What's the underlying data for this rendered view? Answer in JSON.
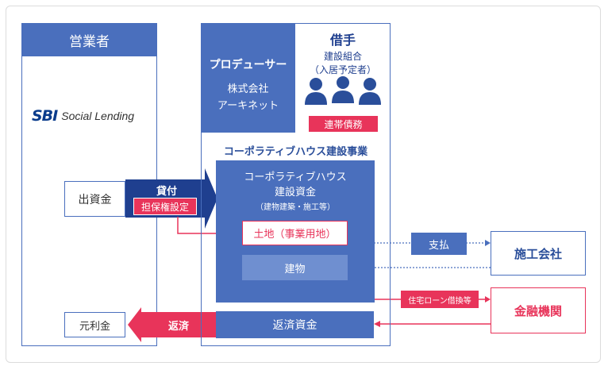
{
  "operator": {
    "header": "営業者",
    "logo_sbi": "SBI",
    "logo_text": "Social Lending",
    "investment_box": "出資金",
    "principal_box": "元利金"
  },
  "producer": {
    "label": "プロデューサー",
    "company_line1": "株式会社",
    "company_line2": "アーキネット"
  },
  "borrower": {
    "title": "借手",
    "line1": "建設組合",
    "line2": "（入居予定者）",
    "joint_debt": "連帯債務"
  },
  "project": {
    "title": "コーポラティブハウス建設事業",
    "fund_line1": "コーポラティブハウス",
    "fund_line2": "建設資金",
    "fund_line3": "（建物建築・施工等）",
    "land": "土地（事業用地）",
    "building": "建物",
    "repayment_fund": "返済資金"
  },
  "flows": {
    "loan": "貸付",
    "collateral": "担保権設定",
    "repayment": "返済",
    "payment": "支払",
    "mortgage": "住宅ローン借換等"
  },
  "external": {
    "contractor": "施工会社",
    "bank": "金融機関"
  },
  "colors": {
    "blue": "#4a6fbd",
    "pink": "#e8345a",
    "light_blue": "#6f8fd0"
  }
}
